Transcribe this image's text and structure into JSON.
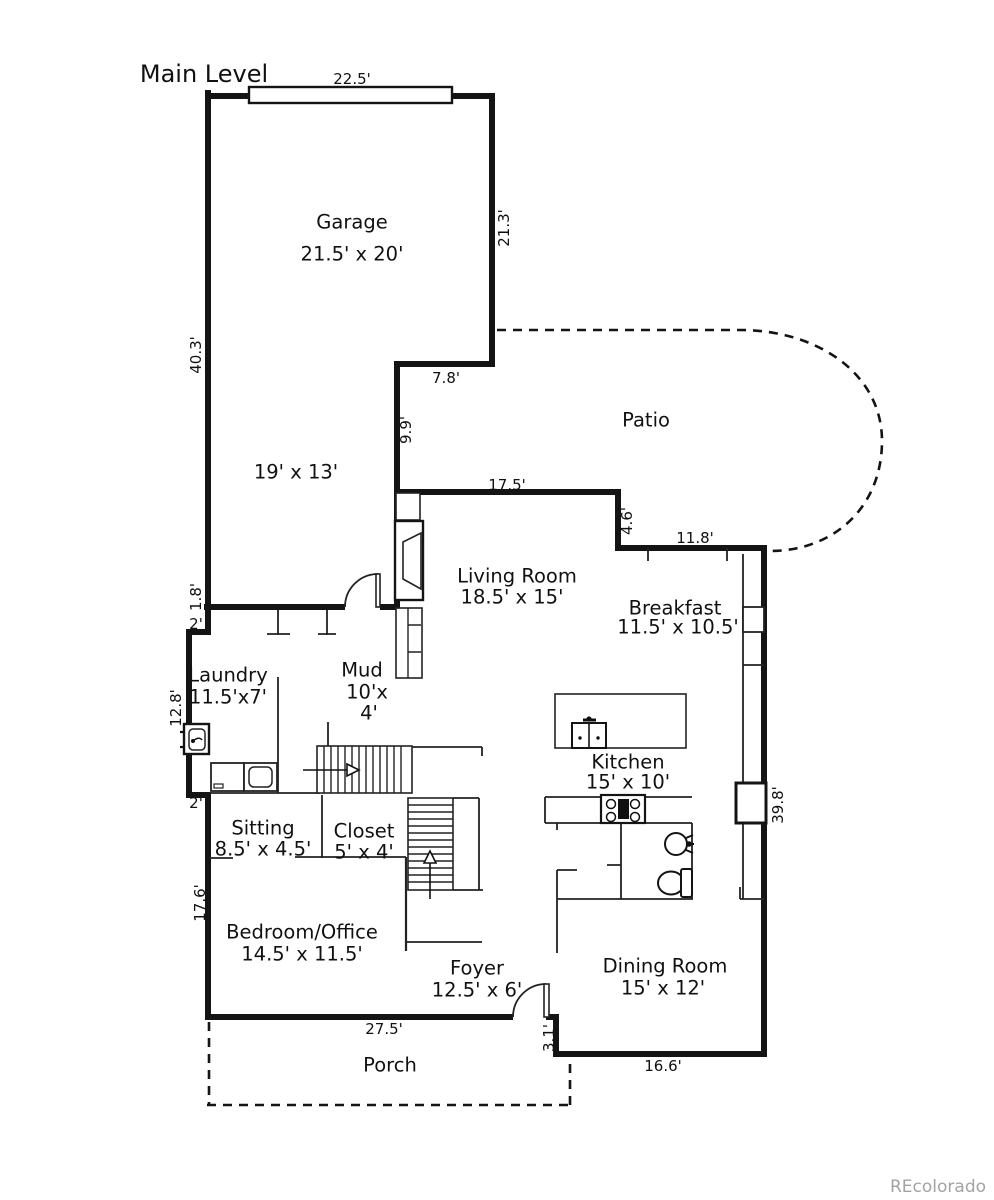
{
  "title": "Main Level",
  "watermark": "REcolorado",
  "rooms": {
    "garage": {
      "name": "Garage",
      "size": "21.5' x 20'"
    },
    "garage_bay": {
      "size": "19' x 13'"
    },
    "patio": {
      "name": "Patio"
    },
    "living": {
      "name": "Living Room",
      "size": "18.5' x 15'"
    },
    "breakfast": {
      "name": "Breakfast",
      "size": "11.5' x 10.5'"
    },
    "laundry": {
      "name": "Laundry",
      "size": "11.5'x7'"
    },
    "mud": {
      "name": "Mud",
      "size_line1": "10'x",
      "size_line2": "4'"
    },
    "kitchen": {
      "name": "Kitchen",
      "size": "15' x 10'"
    },
    "sitting": {
      "name": "Sitting",
      "size": "8.5' x 4.5'"
    },
    "closet": {
      "name": "Closet",
      "size": "5' x 4'"
    },
    "bedroom_office": {
      "name": "Bedroom/Office",
      "size": "14.5' x 11.5'"
    },
    "foyer": {
      "name": "Foyer",
      "size": "12.5' x 6'"
    },
    "dining": {
      "name": "Dining Room",
      "size": "15' x 12'"
    },
    "porch": {
      "name": "Porch"
    }
  },
  "dimensions": {
    "garage_door_width": "22.5'",
    "garage_right": "21.3'",
    "garage_left": "40.3'",
    "garage_notch": "7.8'",
    "bay_right": "9.9'",
    "living_top": "17.5'",
    "breakfast_step": "4.6'",
    "breakfast_top": "11.8'",
    "left_upper_jog": "1.8'",
    "left_jog_a": "2'",
    "left_mid": "12.8'",
    "left_jog_b": "2'",
    "left_lower": "17.6'",
    "porch_top": "27.5'",
    "foyer_step": "3.1'",
    "dining_bottom": "16.6'",
    "right_wall": "39.8'"
  },
  "colors": {
    "walls": "#141414",
    "text": "#111111",
    "watermark": "#a3a3a3"
  }
}
